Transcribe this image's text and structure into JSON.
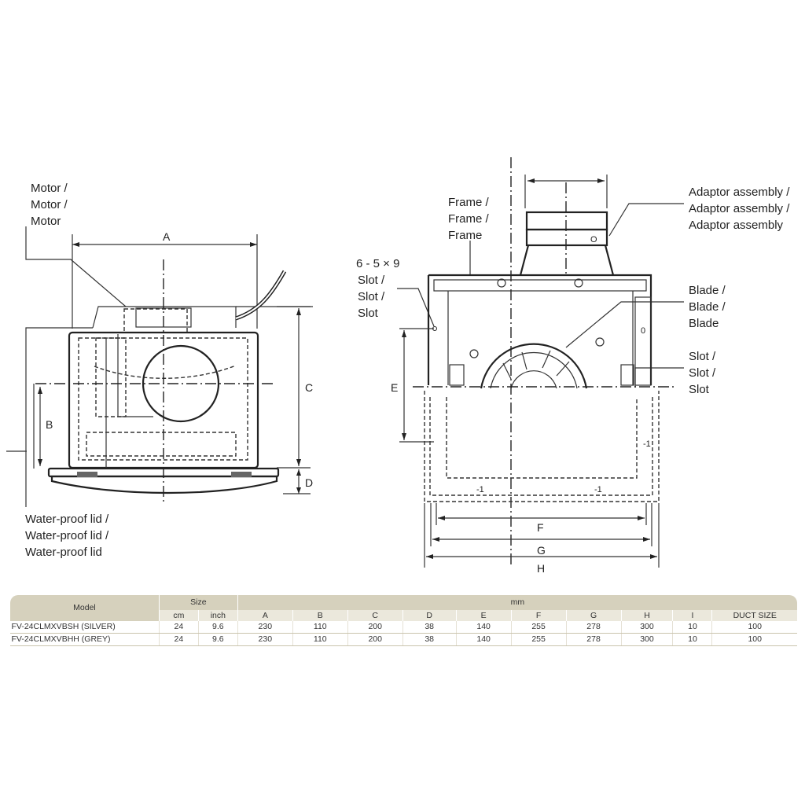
{
  "labels": {
    "motor": [
      "Motor /",
      "Motor /",
      "Motor"
    ],
    "waterproof_lid": [
      "Water-proof lid /",
      "Water-proof lid /",
      "Water-proof lid"
    ],
    "frame": [
      "Frame /",
      "Frame /",
      "Frame"
    ],
    "slot_spec": [
      "6 - 5 × 9",
      "Slot /",
      "Slot /",
      "Slot"
    ],
    "adaptor_assembly": [
      "Adaptor assembly /",
      "Adaptor assembly /",
      "Adaptor assembly"
    ],
    "blade": [
      "Blade /",
      "Blade /",
      "Blade"
    ],
    "slot": [
      "Slot /",
      "Slot /",
      "Slot"
    ]
  },
  "dimension_letters": {
    "a": "A",
    "b": "B",
    "c": "C",
    "d": "D",
    "e": "E",
    "f": "F",
    "g": "G",
    "h": "H"
  },
  "table": {
    "header": {
      "model": "Model",
      "size": "Size",
      "mm": "mm",
      "cm": "cm",
      "inch": "inch",
      "cols": [
        "A",
        "B",
        "C",
        "D",
        "E",
        "F",
        "G",
        "H",
        "I",
        "DUCT SIZE"
      ]
    },
    "rows": [
      {
        "model": "FV-24CLMXVBSH (SILVER)",
        "cm": "24",
        "inch": "9.6",
        "vals": [
          "230",
          "110",
          "200",
          "38",
          "140",
          "255",
          "278",
          "300",
          "10",
          "100"
        ]
      },
      {
        "model": "FV-24CLMXVBHH (GREY)",
        "cm": "24",
        "inch": "9.6",
        "vals": [
          "230",
          "110",
          "200",
          "38",
          "140",
          "255",
          "278",
          "300",
          "10",
          "100"
        ]
      }
    ]
  }
}
